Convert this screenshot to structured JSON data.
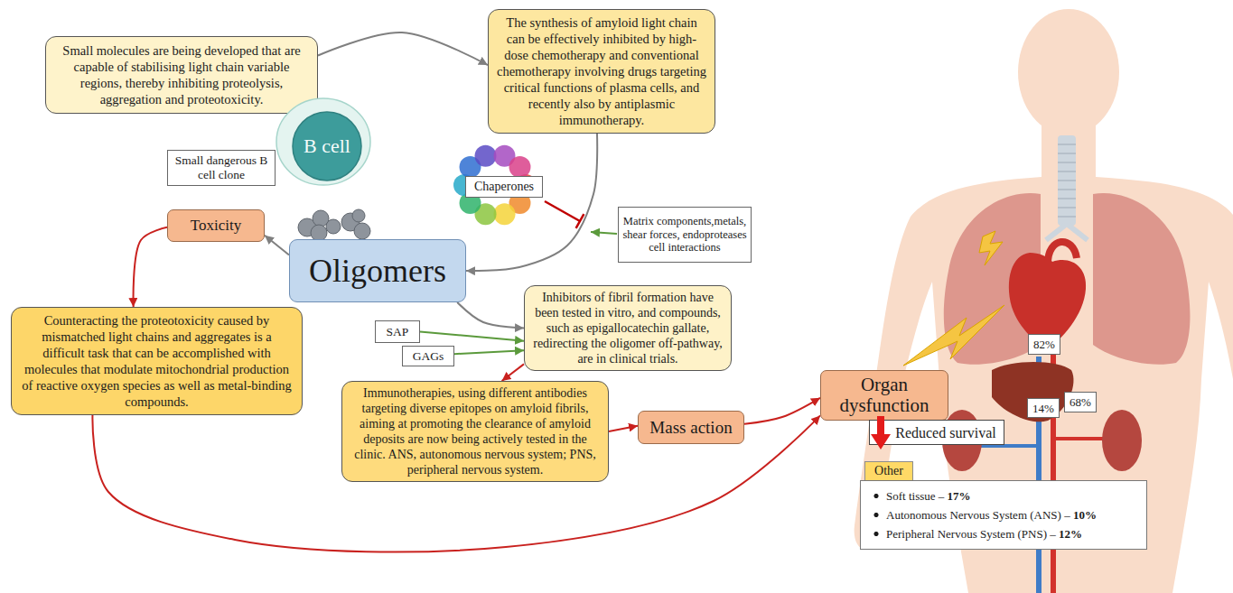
{
  "diagram": {
    "nodes": [
      {
        "text": [
          "Small molecules are being developed that are capable of stabilising light chain variable regions, thereby inhibiting proteolysis, aggregation and proteotoxicity."
        ]
      },
      {
        "text": [
          "The synthesis of amyloid light chain can be effectively inhibited by high-dose chemotherapy and conventional chemotherapy involving drugs targeting critical functions of plasma cells, and recently also by antiplasmic immunotherapy."
        ]
      },
      {
        "text": [
          "B cell"
        ]
      },
      {
        "text": [
          "Small dangerous B cell clone"
        ]
      },
      {
        "text": [
          "Chaperones"
        ]
      },
      {
        "text": [
          "Matrix components,metals, shear forces, endoproteases cell interactions"
        ]
      },
      {
        "text": [
          "Toxicity"
        ]
      },
      {
        "text": [
          "Oligomers"
        ]
      },
      {
        "text": [
          "Counteracting the proteotoxicity caused by mismatched light chains and aggregates is a difficult task that can be accomplished with molecules that modulate mitochondrial production of reactive oxygen species as well as metal-binding compounds."
        ]
      },
      {
        "text": [
          "Inhibitors of fibril formation have been tested in vitro, and compounds, such as epigallocatechin gallate, redirecting the oligomer off-pathway, are in clinical trials."
        ]
      },
      {
        "text": [
          "SAP"
        ]
      },
      {
        "text": [
          "GAGs"
        ]
      },
      {
        "text": [
          "Immunotherapies, using different antibodies targeting diverse epitopes on amyloid fibrils, aiming at promoting the clearance of amyloid deposits are now being actively tested in the clinic. ANS, autonomous nervous system; PNS, peripheral nervous system."
        ]
      },
      {
        "text": [
          "Mass action"
        ]
      },
      {
        "text": [
          "Organ dysfunction"
        ]
      },
      {
        "text": [
          "Reduced survival"
        ]
      },
      {
        "text": [
          "82%"
        ]
      },
      {
        "text": [
          "14%"
        ]
      },
      {
        "text": [
          "68%"
        ]
      },
      {
        "text": [
          "Other"
        ]
      },
      {
        "text": [
          "Soft tissue – 17%",
          "Autonomous Nervous System (ANS) – 10%",
          "Peripheral Nervous System (PNS) – 12%"
        ]
      }
    ],
    "edges": [
      {
        "from": 0,
        "to": 1,
        "arrow": "to"
      },
      {
        "from": 1,
        "to": 7,
        "arrow": "to"
      },
      {
        "from": 7,
        "to": 6,
        "arrow": "to"
      },
      {
        "from": 6,
        "to": 8,
        "arrow": "to"
      },
      {
        "from": 7,
        "to": 9,
        "arrow": "to"
      },
      {
        "from": 10,
        "to": 9,
        "arrow": "to"
      },
      {
        "from": 11,
        "to": 9,
        "arrow": "to"
      },
      {
        "from": 9,
        "to": 12,
        "arrow": "to"
      },
      {
        "from": 12,
        "to": 13,
        "arrow": "to"
      },
      {
        "from": 13,
        "to": 14,
        "arrow": "to"
      },
      {
        "from": 8,
        "to": 14,
        "arrow": "to"
      }
    ]
  }
}
